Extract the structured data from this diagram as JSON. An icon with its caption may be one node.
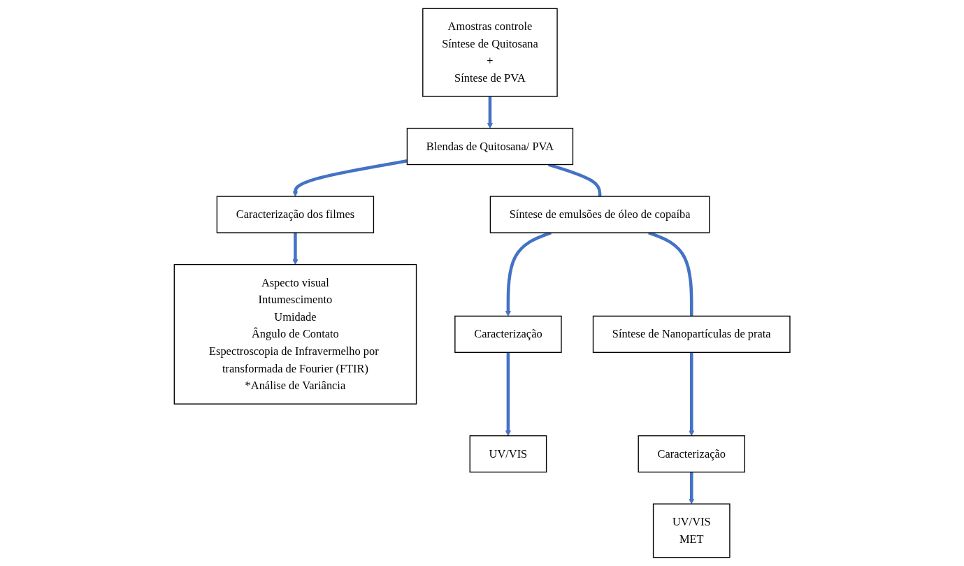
{
  "diagram": {
    "nodes": [
      {
        "text": [
          "Amostras controle",
          "Síntese de Quitosana",
          "+",
          "Síntese de PVA"
        ]
      },
      {
        "text": [
          "Blendas de Quitosana/ PVA"
        ]
      },
      {
        "text": [
          "Caracterização dos filmes"
        ]
      },
      {
        "text": [
          "Aspecto visual",
          "Intumescimento",
          "Umidade",
          "Ângulo de Contato",
          "Espectroscopia de Infravermelho por transformada de Fourier (FTIR)",
          "*Análise de Variância"
        ]
      },
      {
        "text": [
          "Síntese de emulsões de óleo de copaíba"
        ]
      },
      {
        "text": [
          "Caracterização"
        ]
      },
      {
        "text": [
          "UV/VIS"
        ]
      },
      {
        "text": [
          "Síntese de Nanopartículas de prata"
        ]
      },
      {
        "text": [
          "Caracterização"
        ]
      },
      {
        "text": [
          "UV/VIS",
          "MET"
        ]
      }
    ],
    "edges": [
      {
        "from": 0,
        "to": 1,
        "arrow": "to"
      },
      {
        "from": 1,
        "to": 2,
        "arrow": "to"
      },
      {
        "from": 2,
        "to": 3,
        "arrow": "to"
      },
      {
        "from": 1,
        "to": 4,
        "arrow": "none"
      },
      {
        "from": 4,
        "to": 7,
        "arrow": "none"
      },
      {
        "from": 4,
        "to": 5,
        "arrow": "to"
      },
      {
        "from": 5,
        "to": 6,
        "arrow": "to"
      },
      {
        "from": 7,
        "to": 8,
        "arrow": "to"
      },
      {
        "from": 8,
        "to": 9,
        "arrow": "to"
      }
    ]
  }
}
